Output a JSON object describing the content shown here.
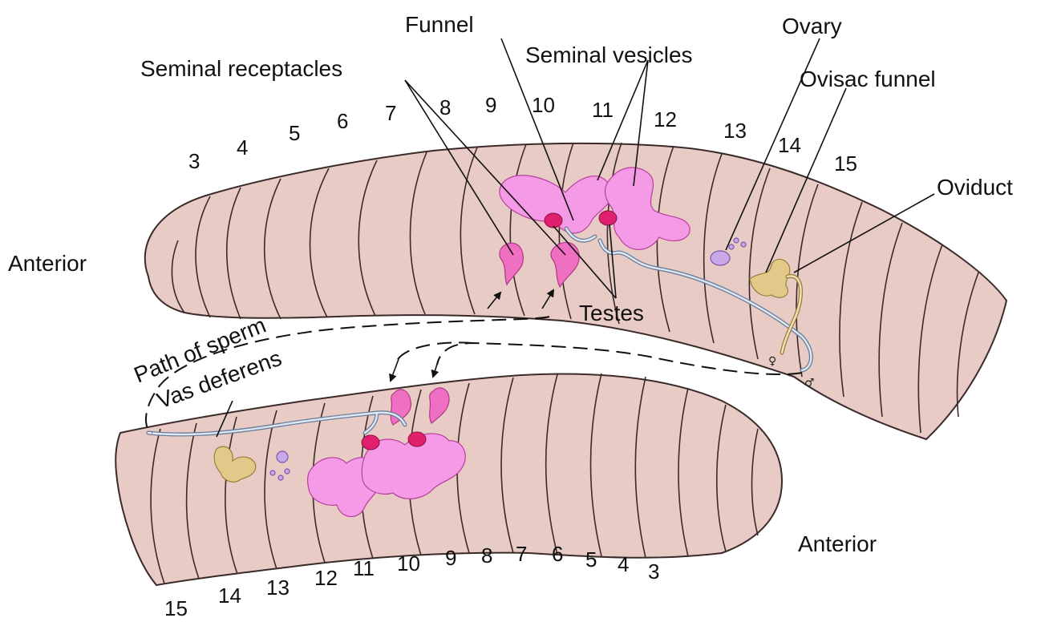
{
  "labels": {
    "funnel": "Funnel",
    "seminal_receptacles": "Seminal receptacles",
    "seminal_vesicles": "Seminal vesicles",
    "ovary": "Ovary",
    "ovisac_funnel": "Ovisac funnel",
    "oviduct": "Oviduct",
    "anterior_top": "Anterior",
    "anterior_bottom": "Anterior",
    "testes": "Testes",
    "path_of_sperm": "Path of sperm",
    "vas_deferens": "Vas deferens",
    "female_symbol": "♀",
    "male_symbol": "♂"
  },
  "segments_top": [
    "3",
    "4",
    "5",
    "6",
    "7",
    "8",
    "9",
    "10",
    "11",
    "12",
    "13",
    "14",
    "15"
  ],
  "segments_bottom": [
    "15",
    "14",
    "13",
    "12",
    "11",
    "10",
    "9",
    "8",
    "7",
    "6",
    "5",
    "4",
    "3"
  ],
  "colors": {
    "body": "#e8cbc5",
    "seminal_vesicles": "#f49ae6",
    "seminal_receptacles": "#ef6fc3",
    "testes": "#e0206c",
    "vas_deferens": "#6a7d99",
    "oviduct": "#e2c98a",
    "ovary": "#c9a8e8"
  }
}
